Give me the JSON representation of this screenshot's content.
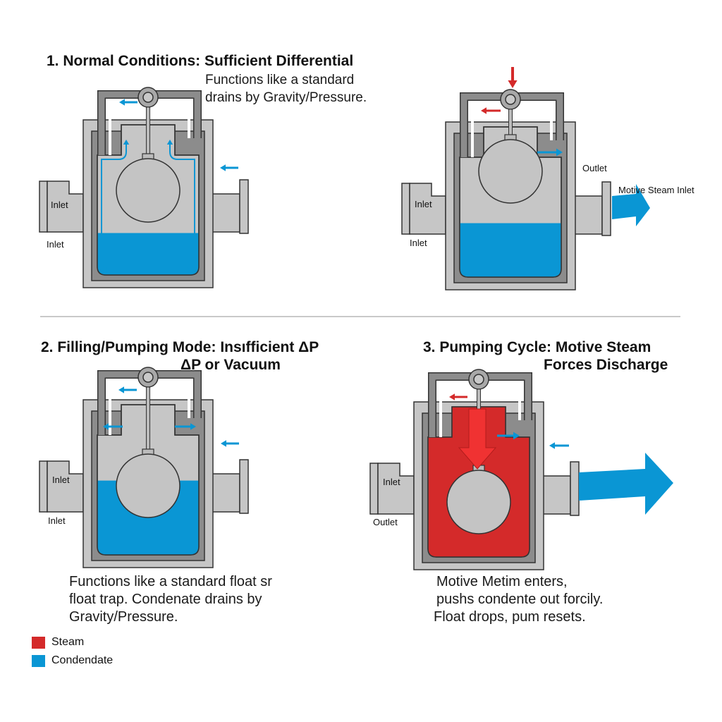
{
  "colors": {
    "steam": "#d42a2a",
    "condensate": "#0a96d4",
    "body_light": "#c6c6c6",
    "body_dark": "#8c8c8c",
    "outline": "#333333",
    "divider": "#c9c9c9"
  },
  "panels": {
    "p1": {
      "title": "1. Normal Conditions: Sufficient Differential",
      "subtitle_lines": [
        "Functions like a standard",
        "drains by Gravity/Pressure."
      ],
      "labels": {
        "inlet_inner": "Inlet",
        "inlet_outer": "Inlet"
      },
      "fill": "condensate",
      "fill_level_fraction": 0.35
    },
    "p1b": {
      "labels": {
        "inlet_inner": "Inlet",
        "inlet_outer": "Inlet",
        "outlet": "Outlet",
        "motive": "Motive Steam Inlet"
      },
      "fill": "condensate",
      "fill_level_fraction": 0.45
    },
    "p2": {
      "title_lines": [
        "2. Filling/Pumping Mode: Insıfficient ΔP",
        "ΔP or Vacuum"
      ],
      "labels": {
        "inlet_inner": "Inlet",
        "inlet_outer": "Inlet"
      },
      "caption_lines": [
        "Functions like a standard float sr",
        "float trap. Condenate drains by",
        "Gravity/Pressure."
      ],
      "fill": "condensate",
      "fill_level_fraction": 0.62
    },
    "p3": {
      "title_lines": [
        "3. Pumping Cycle: Motive Steam",
        "Forces Discharge"
      ],
      "labels": {
        "inlet_inner": "Inlet",
        "outlet_outer": "Outlet"
      },
      "caption_lines": [
        "Motive Metim enters,",
        "pushs condente out forcily.",
        "Float drops, pum resets."
      ],
      "fill": "steam",
      "fill_level_fraction": 1.0
    }
  },
  "legend": [
    {
      "label": "Steam",
      "color": "#d42a2a"
    },
    {
      "label": "Condendate",
      "color": "#0a96d4"
    }
  ]
}
